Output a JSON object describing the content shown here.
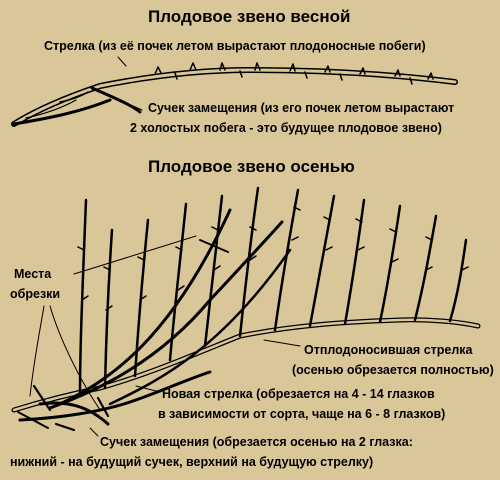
{
  "colors": {
    "background": "#d9c79a",
    "ink": "#000000"
  },
  "spring": {
    "title": "Плодовое звено весной",
    "strelka_label": "Стрелка (из её почек летом вырастают плодоносные побеги)",
    "suchek_line1": "Сучек замещения (из его почек летом вырастают",
    "suchek_line2": "2 холостых побега - это будущее плодовое звено)"
  },
  "autumn": {
    "title": "Плодовое звено осенью",
    "cut_places_line1": "Места",
    "cut_places_line2": "обрезки",
    "old_line1": "Отплодоносившая стрелка",
    "old_line2": "(осенью обрезается полностью)",
    "new_line1": "Новая стрелка (обрезается на 4 - 14 глазков",
    "new_line2": "в зависимости от сорта, чаще на 6 - 8 глазков)",
    "suchek_line1": "Сучек замещения (обрезается осенью на 2 глазка:",
    "suchek_line2": "нижний - на будущий сучек, верхний на будущую стрелку)"
  }
}
